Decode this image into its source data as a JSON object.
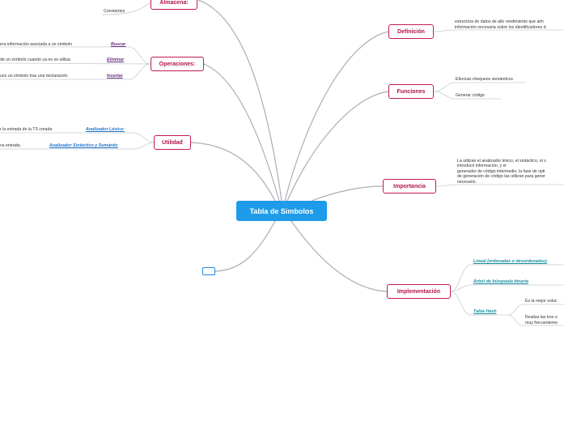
{
  "central": "Tabla de Simbolos",
  "branches": {
    "almacena": "Almacena:",
    "operaciones": "Operaciones:",
    "utilidad": "Utilidad",
    "definicion": "Definición",
    "funciones": "Funciones",
    "importancia": "Importancia",
    "implementacion": "Implementación"
  },
  "almacena_items": {
    "constantes": "Constantes"
  },
  "operaciones_items": [
    {
      "label": "Buscar",
      "text": "era información asociada a un símbolo"
    },
    {
      "label": "Eliminar",
      "text": "de un símbolo cuando ya no se utiliza"
    },
    {
      "label": "Insertar",
      "text": "uce un símbolo tras una declaración."
    }
  ],
  "utilidad_items": [
    {
      "label": "Analizador Léxico:",
      "text": "r la entrada de la TS creada"
    },
    {
      "label": "Analizador Sintáctico y Semántic",
      "text": "va entrada."
    }
  ],
  "definicion_lines": [
    "estructura de datos de alto rendimiento que alm",
    "información necesaria sobre los identificadores d"
  ],
  "funciones_items": [
    "Efectuar chequeos semánticos",
    "Generar código"
  ],
  "importancia_lines": [
    "La utilizan el analizador léxico, el sintáctico, el s",
    "introducir información, y el",
    " generador de código intermedio, la fase de opti",
    "de generación de código las utilizan para gener",
    "necesario."
  ],
  "implementacion_items": {
    "lineal": "Lineal (ordenadas o desordenadas)",
    "arbol": "Árbol de búsqueda binaria",
    "hash": "Tabla Hash",
    "hash_notes": [
      "Es la mejor soluc"
    ],
    "hash_notes2": [
      "Realiza las tres o",
      "muy frecuenteme"
    ]
  },
  "colors": {
    "central": "#1e9be9",
    "branch_border": "#c2185b",
    "link": "#a9afb8"
  }
}
